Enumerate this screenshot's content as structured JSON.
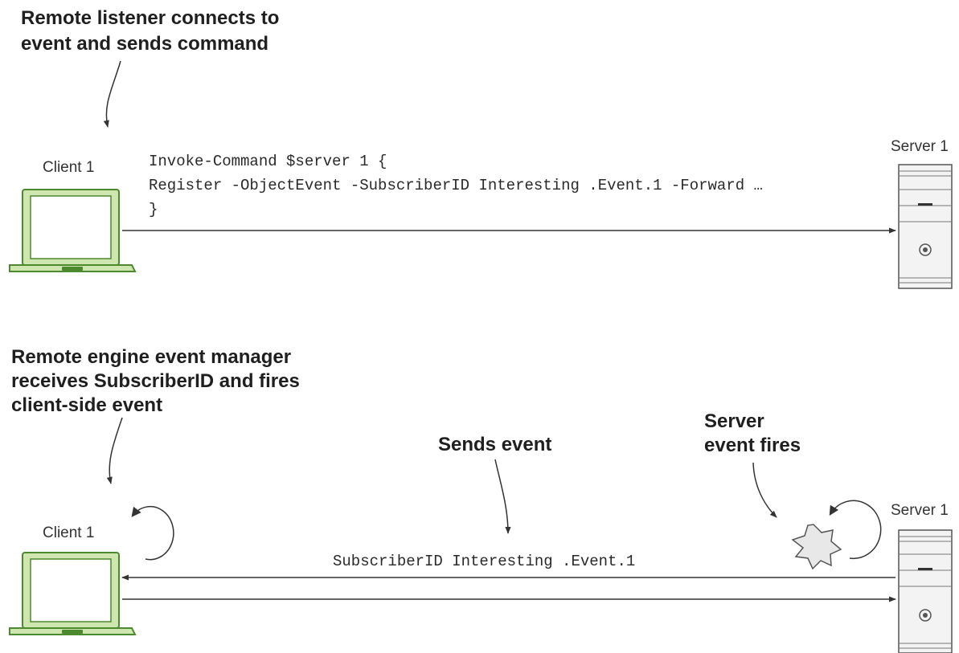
{
  "colors": {
    "laptop_fill": "#cfe6b1",
    "laptop_stroke": "#4d8a2f",
    "line": "#333333",
    "server_fill": "#f3f3f3",
    "server_stroke": "#555555",
    "burst_fill": "#e8e8e8"
  },
  "top_panel": {
    "callout": [
      "Remote listener connects to",
      "event and sends command"
    ],
    "client_label": "Client 1",
    "server_label": "Server 1",
    "command": [
      "Invoke-Command $server 1 {",
      "Register -ObjectEvent -SubscriberID Interesting .Event.1 -Forward …",
      "}"
    ]
  },
  "bottom_panel": {
    "callout_client": [
      "Remote engine event manager",
      "receives SubscriberID and fires",
      "client-side event"
    ],
    "callout_sends": "Sends event",
    "callout_server": [
      "Server",
      "event fires"
    ],
    "client_label": "Client 1",
    "server_label": "Server 1",
    "message": "SubscriberID Interesting .Event.1"
  }
}
